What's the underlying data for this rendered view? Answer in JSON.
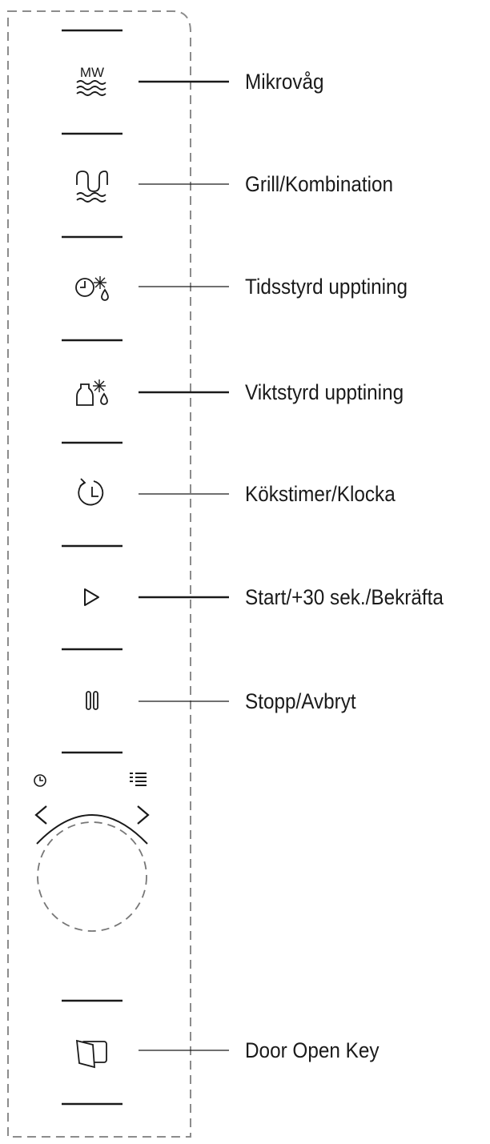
{
  "panel": {
    "buttons": [
      {
        "id": "mw",
        "icon": "mikrovag-icon",
        "icon_text": "MW",
        "label": "Mikrovåg"
      },
      {
        "id": "grill",
        "icon": "grill-kombination-icon",
        "label": "Grill/Kombination"
      },
      {
        "id": "tids",
        "icon": "timed-defrost-icon",
        "label": "Tidsstyrd upptining"
      },
      {
        "id": "vikt",
        "icon": "weight-defrost-icon",
        "label": "Viktstyrd upptining"
      },
      {
        "id": "timer",
        "icon": "kitchen-timer-clock-icon",
        "label": "Kökstimer/Klocka"
      },
      {
        "id": "start",
        "icon": "start-icon",
        "label": "Start/+30 sek./Bekräfta"
      },
      {
        "id": "stop",
        "icon": "stop-icon",
        "label": "Stopp/Avbryt"
      },
      {
        "id": "door",
        "icon": "door-open-icon",
        "label": "Door Open Key"
      }
    ],
    "knob": {
      "left_icon": "clock-icon",
      "right_icon": "menu-list-icon",
      "left_arrow": "<",
      "right_arrow": ">"
    }
  },
  "colors": {
    "ink": "#1a1a1a",
    "dashed_border": "#8c8c8c",
    "divider": "#1a1a1a"
  }
}
